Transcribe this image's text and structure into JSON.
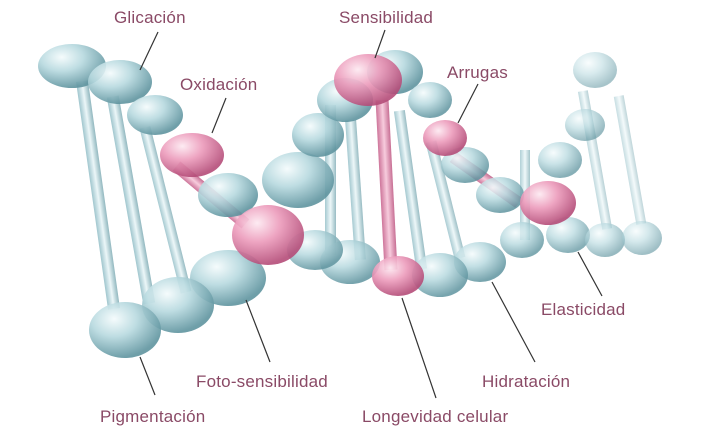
{
  "labels": {
    "glicacion": "Glicación",
    "sensibilidad": "Sensibilidad",
    "oxidacion": "Oxidación",
    "arrugas": "Arrugas",
    "elasticidad": "Elasticidad",
    "foto_sensibilidad": "Foto-sensibilidad",
    "hidratacion": "Hidratación",
    "pigmentacion": "Pigmentación",
    "longevidad": "Longevidad celular"
  },
  "colors": {
    "label_text": "#8a4a66",
    "leader_line": "#333333",
    "glass_blue": "#a9cfd6",
    "glass_blue_dark": "#5f949f",
    "highlight_pink": "#e27aa3"
  }
}
